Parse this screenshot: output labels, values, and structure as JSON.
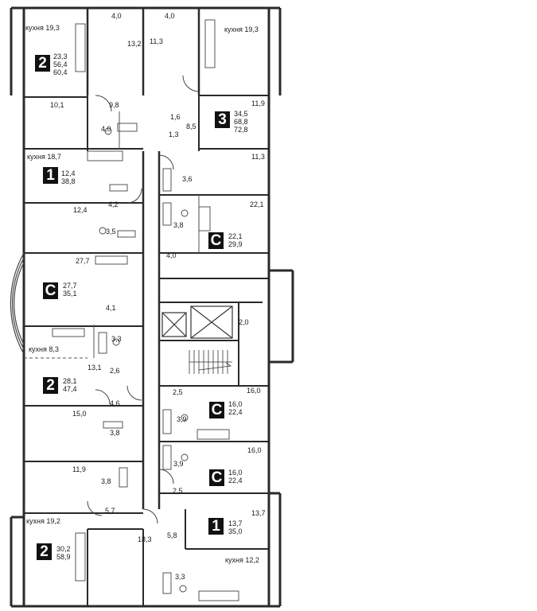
{
  "colors": {
    "wall": "#2a2a2a",
    "thin": "#555555",
    "badge": "#111111",
    "background": "#ffffff"
  },
  "units": [
    {
      "id": "u1",
      "type": "2",
      "areas": [
        "23,3",
        "56,4",
        "60,4"
      ]
    },
    {
      "id": "u2",
      "type": "3",
      "areas": [
        "34,5",
        "68,8",
        "72,8"
      ]
    },
    {
      "id": "u3",
      "type": "1",
      "areas": [
        "12,4",
        "38,8"
      ]
    },
    {
      "id": "u4",
      "type": "С",
      "areas": [
        "22,1",
        "29,9"
      ]
    },
    {
      "id": "u5",
      "type": "С",
      "areas": [
        "27,7",
        "35,1"
      ]
    },
    {
      "id": "u6",
      "type": "2",
      "areas": [
        "28,1",
        "47,4"
      ]
    },
    {
      "id": "u7",
      "type": "С",
      "areas": [
        "16,0",
        "22,4"
      ]
    },
    {
      "id": "u8",
      "type": "С",
      "areas": [
        "16,0",
        "22,4"
      ]
    },
    {
      "id": "u9",
      "type": "1",
      "areas": [
        "13,7",
        "35,0"
      ]
    },
    {
      "id": "u10",
      "type": "2",
      "areas": [
        "30,2",
        "58,9"
      ]
    }
  ],
  "rooms": [
    "кухня 19,3",
    "4,0",
    "4,0",
    "кухня 19,3",
    "13,2",
    "11,3",
    "10,1",
    "9,8",
    "4,0",
    "1,6",
    "1,3",
    "8,5",
    "11,9",
    "кухня 18,7",
    "11,3",
    "3,6",
    "12,4",
    "4,2",
    "22,1",
    "3,8",
    "3,5",
    "4,0",
    "27,7",
    "4,1",
    "2,0",
    "3,3",
    "кухня 8,3",
    "13,1",
    "2,6",
    "2,5",
    "16,0",
    "4,6",
    "15,0",
    "3,9",
    "3,8",
    "16,0",
    "3,9",
    "11,9",
    "3,8",
    "2,5",
    "13,7",
    "5,7",
    "кухня 19,2",
    "18,3",
    "5,8",
    "кухня 12,2",
    "3,3"
  ]
}
